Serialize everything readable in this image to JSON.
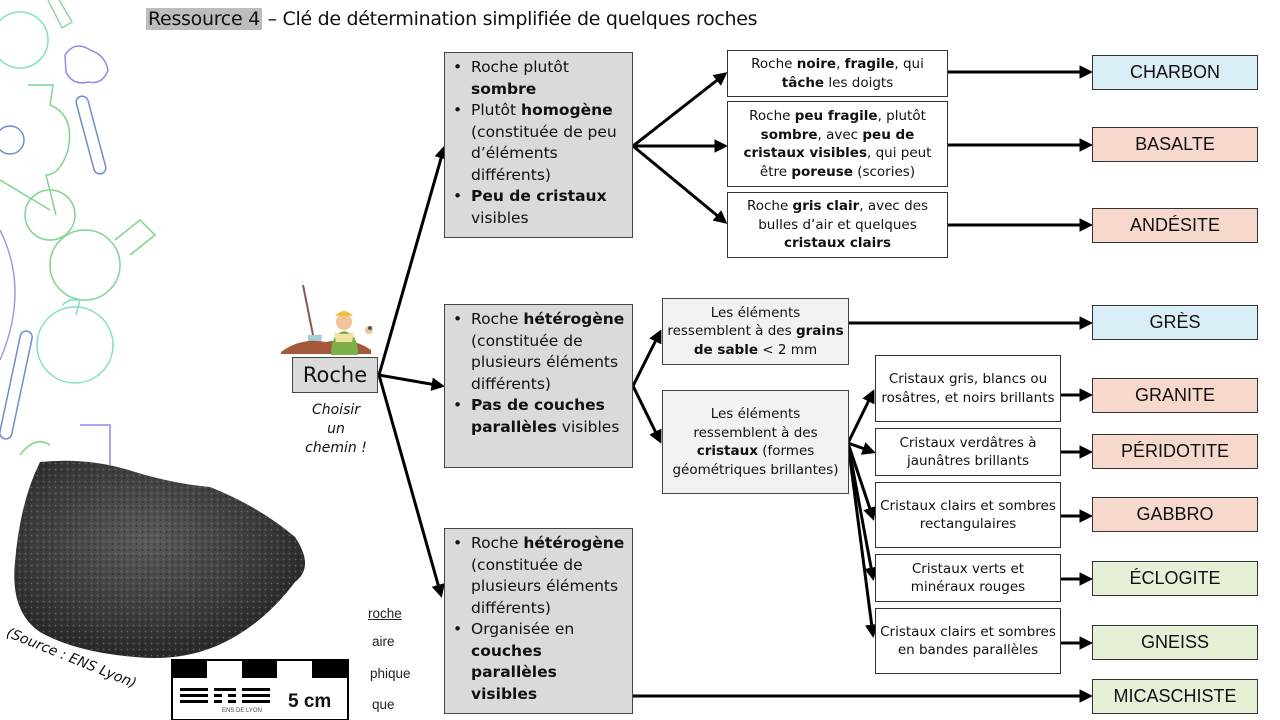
{
  "title": {
    "highlight": "Ressource 4",
    "rest": " – Clé de détermination simplifiée de quelques roches"
  },
  "start": {
    "label": "Roche",
    "hint_lines": [
      "Choisir",
      "un",
      "chemin !"
    ],
    "illustration": "geologist-with-shovel"
  },
  "branches": {
    "sombre_homogene": {
      "items": [
        [
          {
            "t": "Roche plutôt ",
            "b": false
          },
          {
            "t": "sombre",
            "b": true
          }
        ],
        [
          {
            "t": "Plutôt ",
            "b": false
          },
          {
            "t": "homogène",
            "b": true
          },
          {
            "t": " (constituée de peu d’éléments différents)",
            "b": false
          }
        ],
        [
          {
            "t": "Peu de cristaux",
            "b": true
          },
          {
            "t": " visibles",
            "b": false
          }
        ]
      ]
    },
    "heterogene_sans_couches": {
      "items": [
        [
          {
            "t": "Roche ",
            "b": false
          },
          {
            "t": "hétérogène",
            "b": true
          },
          {
            "t": " (constituée de plusieurs éléments différents)",
            "b": false
          }
        ],
        [
          {
            "t": "Pas de couches parallèles",
            "b": true
          },
          {
            "t": " visibles",
            "b": false
          }
        ]
      ]
    },
    "heterogene_couches": {
      "items": [
        [
          {
            "t": "Roche ",
            "b": false
          },
          {
            "t": "hétérogène",
            "b": true
          },
          {
            "t": " (constituée de plusieurs éléments différents)",
            "b": false
          }
        ],
        [
          {
            "t": "Organisée en ",
            "b": false
          },
          {
            "t": "couches parallèles visibles",
            "b": true
          }
        ]
      ]
    }
  },
  "criteria": {
    "charbon": [
      {
        "t": "Roche ",
        "b": false
      },
      {
        "t": "noire",
        "b": true
      },
      {
        "t": ", ",
        "b": false
      },
      {
        "t": "fragile",
        "b": true
      },
      {
        "t": ", qui ",
        "b": false
      },
      {
        "t": "tâche",
        "b": true
      },
      {
        "t": " les doigts",
        "b": false
      }
    ],
    "basalte": [
      {
        "t": "Roche ",
        "b": false
      },
      {
        "t": "peu fragile",
        "b": true
      },
      {
        "t": ", plutôt ",
        "b": false
      },
      {
        "t": "sombre",
        "b": true
      },
      {
        "t": ", avec ",
        "b": false
      },
      {
        "t": "peu de cristaux visibles",
        "b": true
      },
      {
        "t": ", qui peut être ",
        "b": false
      },
      {
        "t": "poreuse",
        "b": true
      },
      {
        "t": " (scories)",
        "b": false
      }
    ],
    "andesite": [
      {
        "t": "Roche ",
        "b": false
      },
      {
        "t": "gris clair",
        "b": true
      },
      {
        "t": ", avec des bulles d’air et quelques ",
        "b": false
      },
      {
        "t": "cristaux clairs",
        "b": true
      }
    ],
    "grains": [
      {
        "t": "Les éléments ressemblent à des ",
        "b": false
      },
      {
        "t": "grains de sable",
        "b": true
      },
      {
        "t": " < 2 mm",
        "b": false
      }
    ],
    "cristaux": [
      {
        "t": "Les éléments ressemblent à des ",
        "b": false
      },
      {
        "t": "cristaux",
        "b": true
      },
      {
        "t": " (formes géométriques brillantes)",
        "b": false
      }
    ],
    "granite": [
      {
        "t": "Cristaux gris, blancs ou rosâtres, et noirs brillants",
        "b": false
      }
    ],
    "peridotite": [
      {
        "t": "Cristaux verdâtres à jaunâtres brillants",
        "b": false
      }
    ],
    "gabbro": [
      {
        "t": "Cristaux clairs et sombres rectangulaires",
        "b": false
      }
    ],
    "eclogite": [
      {
        "t": "Cristaux verts et minéraux rouges",
        "b": false
      }
    ],
    "gneiss": [
      {
        "t": "Cristaux clairs et sombres en bandes parallèles",
        "b": false
      }
    ]
  },
  "results": {
    "charbon": "CHARBON",
    "basalte": "BASALTE",
    "andesite": "ANDÉSITE",
    "gres": "GRÈS",
    "granite": "GRANITE",
    "peridotite": "PÉRIDOTITE",
    "gabbro": "GABBRO",
    "eclogite": "ÉCLOGITE",
    "gneiss": "GNEISS",
    "micaschiste": "MICASCHISTE"
  },
  "colors": {
    "sedimentaire": "#d9eef6",
    "magmatique": "#f7d8cc",
    "metamorphique": "#e6f0d6",
    "decision_box": "#dadada",
    "sub_box": "#f2f2f2",
    "arrow": "#000000"
  },
  "photo": {
    "source": "(Source : ENS Lyon)",
    "scale_label": "5 cm",
    "scale_logo": "ENS DE LYON",
    "scale_logo_text": "ENS"
  },
  "hidden_legend_fragments": [
    "roche",
    "aire",
    "phique",
    "que"
  ]
}
